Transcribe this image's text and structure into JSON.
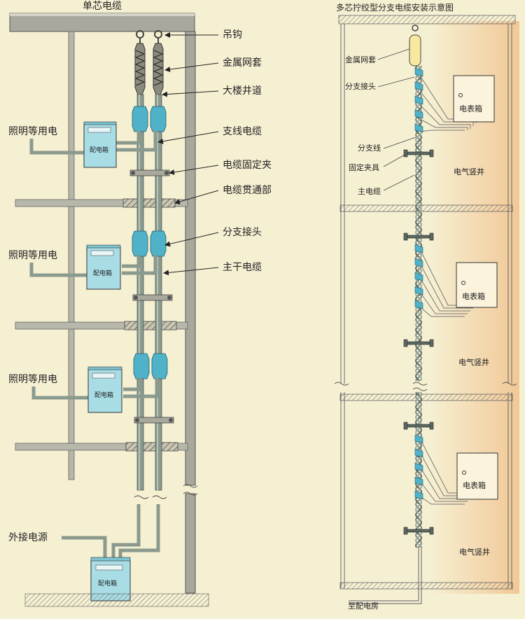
{
  "left_panel": {
    "title": "单芯电缆",
    "callouts": [
      "吊钩",
      "金属网套",
      "大楼井道",
      "支线电缆",
      "电缆固定夹",
      "电缆贯通部",
      "分支接头",
      "主干电缆"
    ],
    "lighting_label": "照明等用电",
    "dist_box_label": "配电箱",
    "external_power_label": "外接电源"
  },
  "right_panel": {
    "title": "多芯拧绞型分支电缆安装示意图",
    "callouts": [
      "金属网套",
      "分支接头",
      "分支线",
      "固定夹具",
      "主电缆"
    ],
    "meter_box_label": "电表箱",
    "shaft_label": "电气竖井",
    "to_room_label": "至配电房"
  },
  "colors": {
    "background": "#f6f0d3",
    "structure_fill": "#a9a89c",
    "cable": "#8a9a8e",
    "box_fill": "#a8dde6",
    "connector": "#4fb2c8",
    "right_wall_fill": "#f3cfa2"
  }
}
